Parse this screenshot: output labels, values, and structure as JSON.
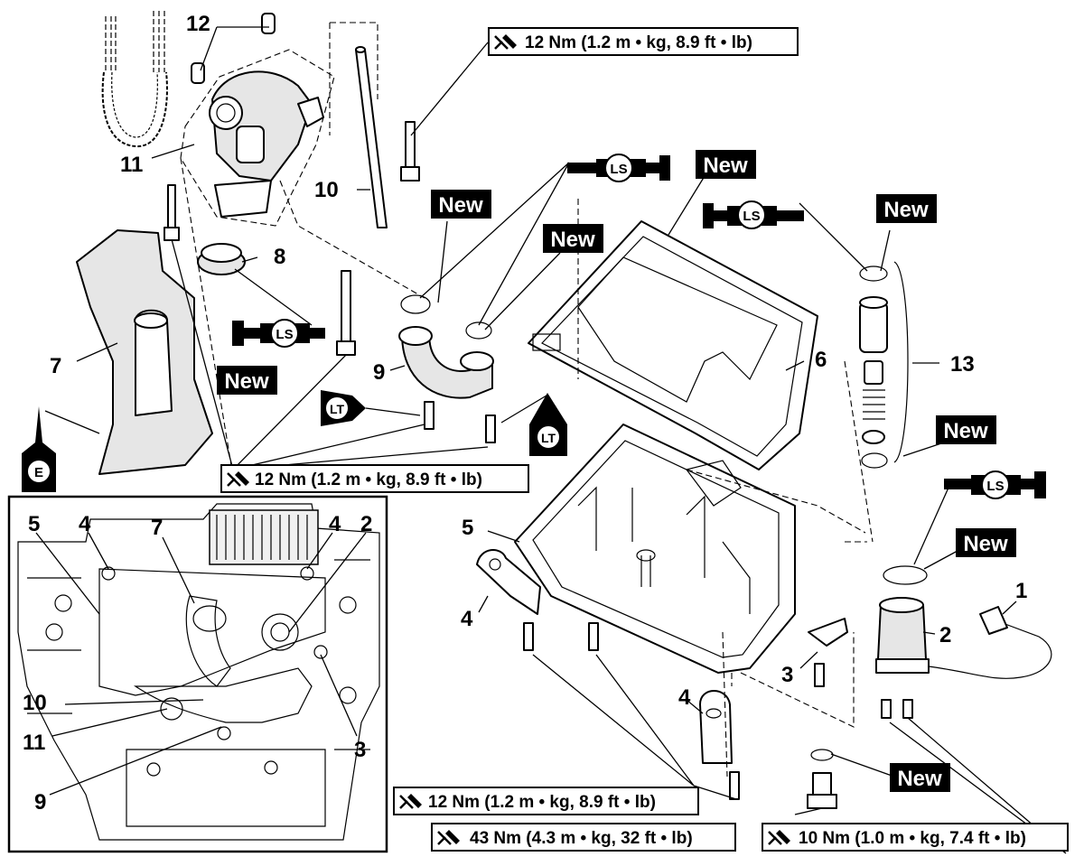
{
  "callouts": {
    "n12": "12",
    "n11": "11",
    "n10": "10",
    "n8": "8",
    "n7": "7",
    "n9": "9",
    "n6": "6",
    "n13": "13",
    "n5": "5",
    "n4a": "4",
    "n4b": "4",
    "n3": "3",
    "n1": "1",
    "n2": "2"
  },
  "inset_callouts": {
    "n5": "5",
    "n4a": "4",
    "n7": "7",
    "n4b": "4",
    "n2": "2",
    "n10": "10",
    "n11": "11",
    "n3": "3",
    "n9": "9"
  },
  "new_labels": {
    "oring_left": "New",
    "oring_right": "New",
    "cover": "New",
    "strainer_seal": "New",
    "spring_clip": "New",
    "filter_oring": "New",
    "drain_washer": "New",
    "strainer_left": "New"
  },
  "torques": {
    "top": "12 Nm (1.2 m • kg, 8.9 ft • lb)",
    "middle_left": "12 Nm (1.2 m • kg, 8.9 ft • lb)",
    "bottom_left": "12 Nm (1.2 m • kg, 8.9 ft • lb)",
    "bottom_mid": "43 Nm (4.3 m • kg, 32 ft • lb)",
    "bottom_right": "10 Nm (1.0 m • kg, 7.4 ft • lb)"
  },
  "symbols": {
    "ls": "LS",
    "lt": "LT",
    "e": "E"
  }
}
